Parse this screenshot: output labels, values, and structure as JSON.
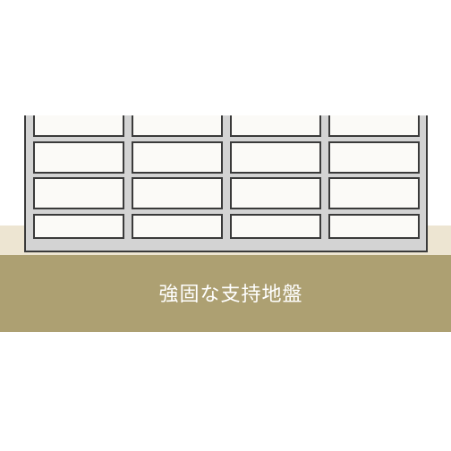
{
  "ground": {
    "label": "強固な支持地盤"
  },
  "building": {
    "rows": 4,
    "columns": 4
  },
  "colors": {
    "surface_soil": "#ede5d2",
    "bearing_ground": "#ada072",
    "building_frame": "#d3d3d3",
    "panel_fill": "#fbfaf7",
    "outline": "#3a3a3a",
    "label_text": "#ffffff"
  }
}
